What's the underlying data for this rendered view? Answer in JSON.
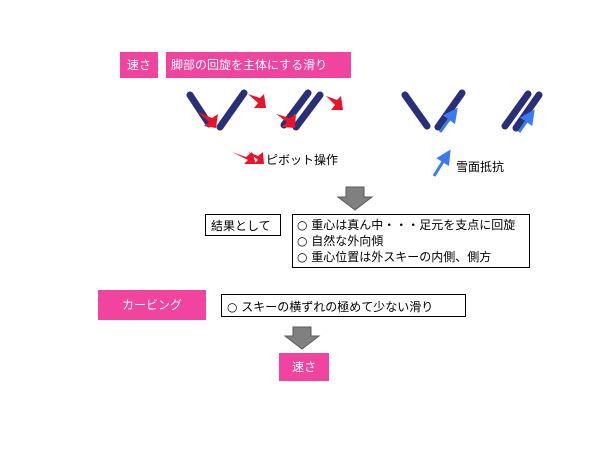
{
  "top": {
    "speed_label": "速さ",
    "title": "脚部の回旋を主体にする滑り"
  },
  "legend": {
    "pivot_label": "ピボット操作",
    "snow_resistance_label": "雪面抵抗"
  },
  "result": {
    "label": "結果として",
    "lines": [
      "○ 重心は真ん中・・・足元を支点に回旋",
      "○ 自然な外向傾",
      "○ 重心位置は外スキーの内側、側方"
    ]
  },
  "carving": {
    "label": "カービング",
    "description": "○ スキーの横ずれの極めて少ない滑り"
  },
  "bottom": {
    "speed_label": "速さ"
  },
  "colors": {
    "pink": "#f0449f",
    "ski": "#2a2f7a",
    "red_arrow": "#e8142a",
    "blue_arrow": "#3a7bf0",
    "gray_arrow": "#808080"
  }
}
